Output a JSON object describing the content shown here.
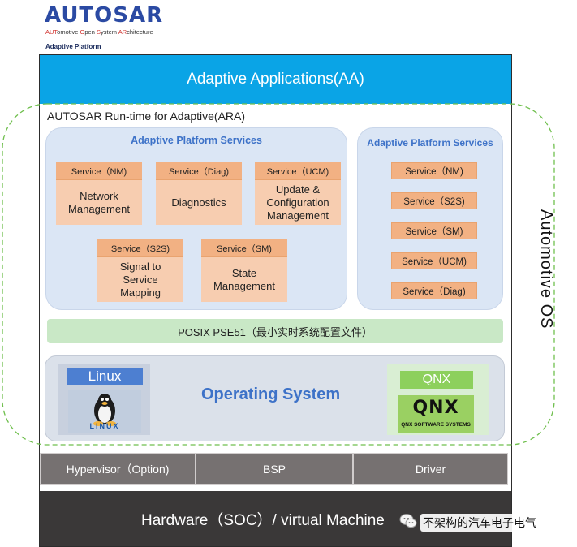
{
  "header": {
    "logo_text": "AUTOSAR",
    "logo_tagline": [
      "AUT",
      "omotive ",
      "O",
      "pen ",
      "S",
      "ystem ",
      "AR",
      "chitecture"
    ],
    "platform_label": "Adaptive Platform"
  },
  "applications": {
    "label": "Adaptive Applications(AA)"
  },
  "runtime": {
    "title": "AUTOSAR Run-time for Adaptive(ARA)"
  },
  "services_left": {
    "title": "Adaptive Platform Services",
    "cards": [
      {
        "header": "Service（NM)",
        "body": "Network\nManagement"
      },
      {
        "header": "Service（Diag)",
        "body": "Diagnostics"
      },
      {
        "header": "Service（UCM)",
        "body": "Update &\nConfiguration\nManagement"
      },
      {
        "header": "Service（S2S)",
        "body": "Signal to\nService\nMapping"
      },
      {
        "header": "Service（SM)",
        "body": "State\nManagement"
      }
    ]
  },
  "services_right": {
    "title": "Adaptive Platform Services",
    "items": [
      "Service（NM)",
      "Service（S2S)",
      "Service（SM)",
      "Service（UCM)",
      "Service（Diag)"
    ]
  },
  "posix": {
    "label": "POSIX PSE51（最小实时系统配置文件）"
  },
  "os": {
    "title": "Operating System",
    "linux_label": "Linux",
    "linux_caption": "LINUX",
    "qnx_label": "QNX",
    "qnx_logo": "QNX",
    "qnx_caption": "QNX SOFTWARE SYSTEMS"
  },
  "lower_layer": {
    "items": [
      "Hypervisor（Option)",
      "BSP",
      "Driver"
    ]
  },
  "hardware": {
    "label": "Hardware（SOC）/ virtual Machine"
  },
  "automotive_os": {
    "label": "Automotive OS"
  },
  "watermark": {
    "text": "不架构的汽车电子电气"
  },
  "colors": {
    "aa_blue": "#0aa4e6",
    "service_header": "#f2b183",
    "service_body": "#f7cdb0",
    "service_area": "#dbe6f5",
    "posix_green": "#c9e8c6",
    "os_grey": "#dbe1ea",
    "hw_dark": "#3a3838",
    "hw_mid": "#767171",
    "dashed_green": "#6fbf4d"
  }
}
